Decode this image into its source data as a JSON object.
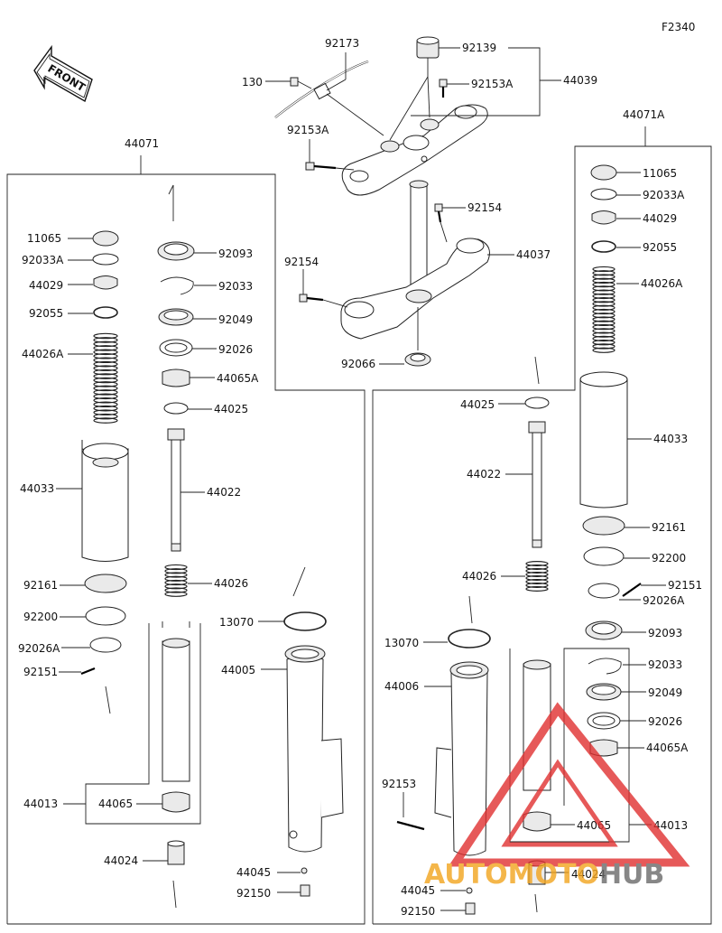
{
  "diagram_code": "F2340",
  "front_label": "FRONT",
  "watermark": {
    "part1": "AUTO",
    "part2": "MOTO",
    "part3": "HUB",
    "color_red": "#e03030",
    "color_orange": "#f2a41e",
    "color_gray": "#6a6a6a"
  },
  "labels": {
    "top": {
      "p92173": "92173",
      "p92139": "92139",
      "p130": "130",
      "p92153A_a": "92153A",
      "p44039": "44039",
      "p92153A_b": "92153A",
      "p92154_a": "92154",
      "p44037": "44037",
      "p92154_b": "92154",
      "p92066": "92066"
    },
    "left": {
      "group": "44071",
      "p11065": "11065",
      "p92033A": "92033A",
      "p44029": "44029",
      "p92055": "92055",
      "p44026A": "44026A",
      "p44033": "44033",
      "p92161": "92161",
      "p92200": "92200",
      "p92026A": "92026A",
      "p92151": "92151",
      "p44013": "44013",
      "p44065": "44065",
      "p44024": "44024",
      "p92093": "92093",
      "p92033": "92033",
      "p92049": "92049",
      "p92026": "92026",
      "p44065A": "44065A",
      "p44025": "44025",
      "p44022": "44022",
      "p44026": "44026",
      "p13070": "13070",
      "p44005": "44005",
      "p44045": "44045",
      "p92150": "92150"
    },
    "right": {
      "group": "44071A",
      "p11065": "11065",
      "p92033A": "92033A",
      "p44029": "44029",
      "p92055": "92055",
      "p44026A": "44026A",
      "p44025": "44025",
      "p44022": "44022",
      "p44033": "44033",
      "p92161": "92161",
      "p92200": "92200",
      "p44026": "44026",
      "p92151": "92151",
      "p92026A": "92026A",
      "p92093": "92093",
      "p13070": "13070",
      "p92033": "92033",
      "p44006": "44006",
      "p92049": "92049",
      "p92026": "92026",
      "p44065A": "44065A",
      "p92153": "92153",
      "p44065": "44065",
      "p44013": "44013",
      "p44024": "44024",
      "p44045": "44045",
      "p92150": "92150"
    }
  }
}
